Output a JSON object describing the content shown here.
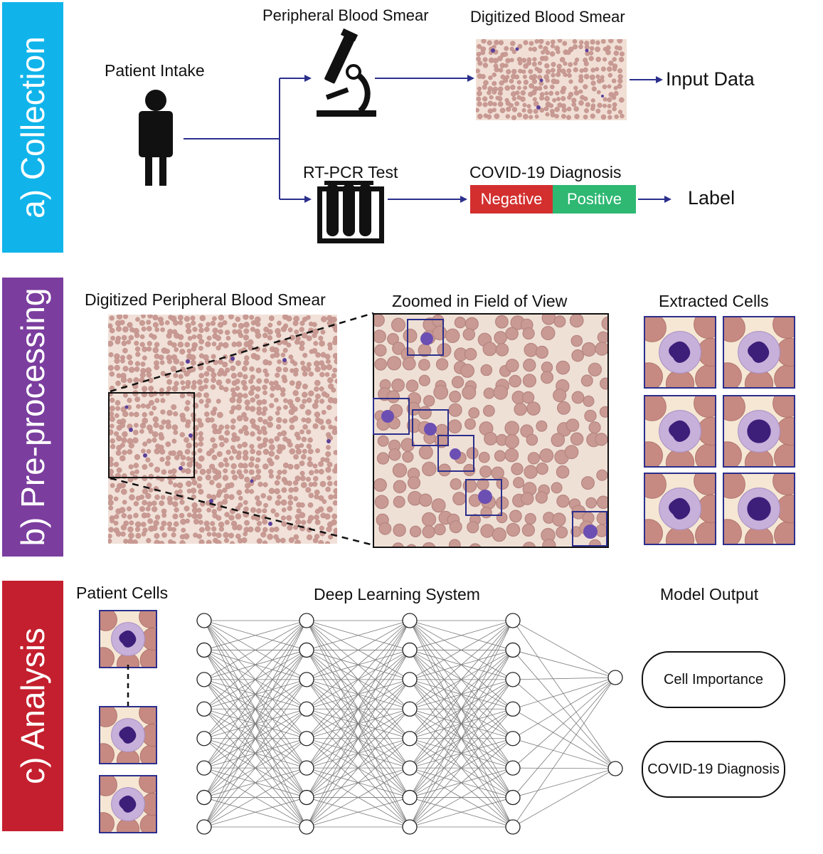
{
  "sections": {
    "collection": {
      "label": "a) Collection",
      "color": "#10b4ea"
    },
    "preprocessing": {
      "label": "b) Pre-processing",
      "color": "#7b3d9e"
    },
    "analysis": {
      "label": "c) Analysis",
      "color": "#c41f2e"
    }
  },
  "collection": {
    "patient_intake": "Patient Intake",
    "peripheral_blood_smear": "Peripheral Blood Smear",
    "digitized_blood_smear": "Digitized Blood Smear",
    "input_data": "Input Data",
    "rt_pcr_test": "RT-PCR Test",
    "covid_diagnosis": "COVID-19 Diagnosis",
    "negative": "Negative",
    "positive": "Positive",
    "label": "Label",
    "colors": {
      "arrow": "#2b2f8c",
      "negative": "#d32f2f",
      "positive": "#2eb872"
    }
  },
  "preprocessing": {
    "digitized_title": "Digitized Peripheral Blood Smear",
    "zoomed_title": "Zoomed in Field of View",
    "extracted_title": "Extracted Cells"
  },
  "analysis": {
    "patient_cells": "Patient Cells",
    "deep_learning": "Deep Learning System",
    "model_output": "Model Output",
    "cell_importance": "Cell Importance",
    "covid_diagnosis": "COVID-19 Diagnosis",
    "network_layers": [
      8,
      8,
      8,
      8,
      2
    ]
  }
}
